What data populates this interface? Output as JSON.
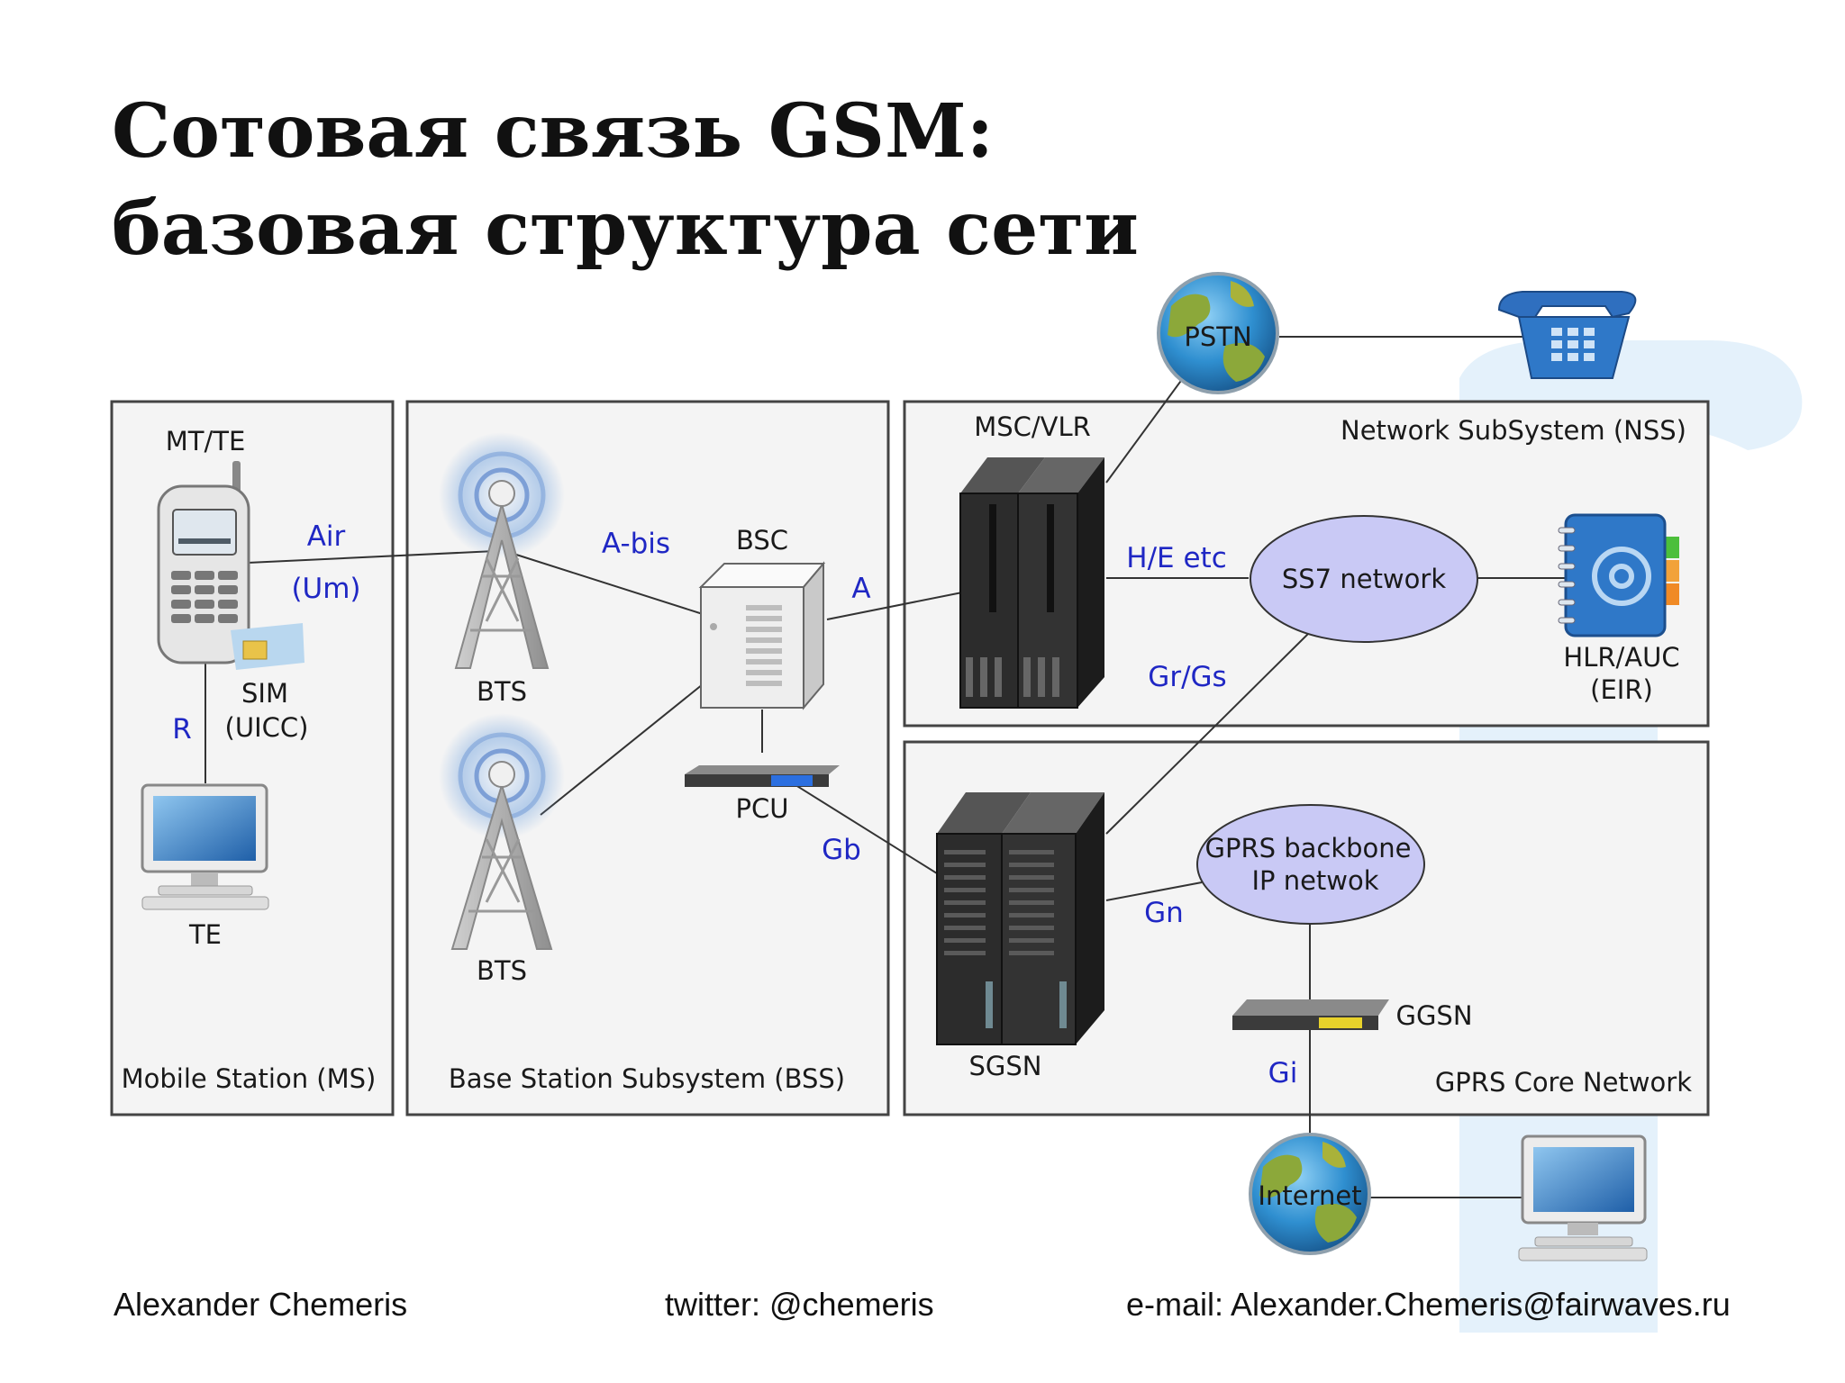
{
  "slide": {
    "title_line1": "Сотовая связь GSM:",
    "title_line2": "базовая структура сети"
  },
  "groups": {
    "ms": "Mobile Station (MS)",
    "bss": "Base Station Subsystem (BSS)",
    "nss": "Network SubSystem (NSS)",
    "gprs": "GPRS Core Network"
  },
  "nodes": {
    "mt_te": "MT/TE",
    "sim": "SIM",
    "uicc": "(UICC)",
    "te": "TE",
    "bts1": "BTS",
    "bts2": "BTS",
    "bsc": "BSC",
    "pcu": "PCU",
    "msc_vlr": "MSC/VLR",
    "ss7": "SS7 network",
    "hlr": "HLR/AUC",
    "eir": "(EIR)",
    "sgsn": "SGSN",
    "gprs_backbone_1": "GPRS backbone",
    "gprs_backbone_2": "IP netwok",
    "ggsn": "GGSN",
    "pstn": "PSTN",
    "internet": "Internet"
  },
  "interfaces": {
    "air": "Air",
    "um": "(Um)",
    "r": "R",
    "abis": "A-bis",
    "a": "A",
    "he": "H/E etc",
    "grgs": "Gr/Gs",
    "gb": "Gb",
    "gn": "Gn",
    "gi": "Gi"
  },
  "footer": {
    "author": "Alexander Chemeris",
    "twitter": "twitter: @chemeris",
    "email": "e-mail: Alexander.Chemeris@fairwaves.ru"
  },
  "colors": {
    "interface_label": "#1f27c4",
    "box_border": "#444444",
    "ellipse_fill": "#c9c9f5",
    "watermark": "#e4f1fb"
  }
}
